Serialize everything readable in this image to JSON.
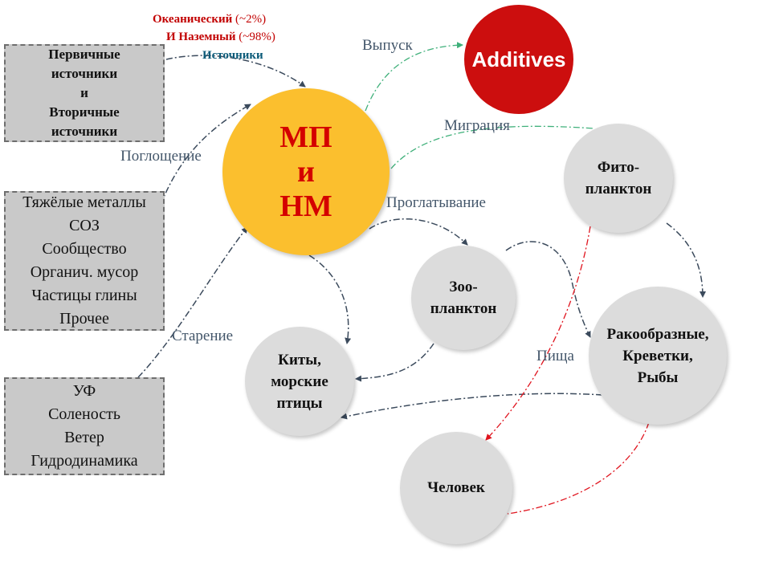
{
  "sources_title": {
    "line1": "Океанический",
    "line1_pct": "(~2%)",
    "line2": "И Наземный",
    "line2_pct": "(~98%)",
    "line3": "Источники"
  },
  "boxes": {
    "sources": [
      "Первичные",
      "источники",
      "и",
      "Вторичные",
      "источники"
    ],
    "pollutants": [
      "Тяжёлые металлы",
      "СОЗ",
      "Сообщество",
      "Органич. мусор",
      "Частицы глины",
      "Прочее"
    ],
    "aging_factors": [
      "УФ",
      "Соленость",
      "Ветер",
      "Гидродинамика"
    ]
  },
  "nodes": {
    "mp": [
      "МП",
      "и",
      "НМ"
    ],
    "additives": "Additives",
    "phytoplankton": [
      "Фито-",
      "планктон"
    ],
    "zooplankton": [
      "Зоо-",
      "планктон"
    ],
    "whales": [
      "Киты,",
      "морские",
      "птицы"
    ],
    "crustaceans": [
      "Ракообразные,",
      "Креветки,",
      "Рыбы"
    ],
    "human": "Человек"
  },
  "edge_labels": {
    "release": "Выпуск",
    "migration": "Миграция",
    "absorption": "Поглощение",
    "ingestion": "Проглатывание",
    "aging": "Старение",
    "food": "Пища"
  },
  "colors": {
    "mp_fill": "#fbbf2e",
    "mp_text": "#d40000",
    "additives_fill": "#cc0e0e",
    "node_fill": "#dcdcdc",
    "box_fill": "#c9c9c9",
    "edge_dark": "#3b4a5c",
    "edge_green": "#3fb07a",
    "edge_red": "#e0141e"
  }
}
